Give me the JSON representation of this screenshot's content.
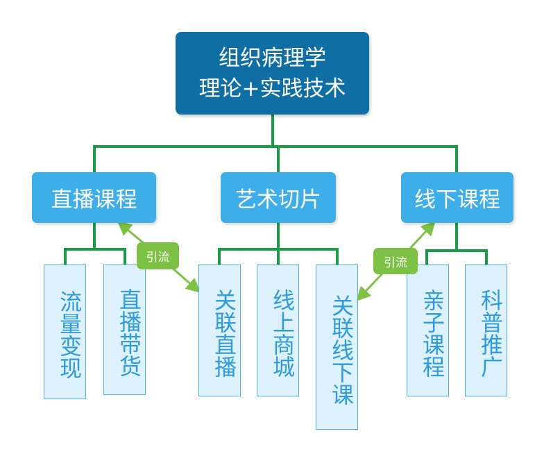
{
  "root": {
    "line1": "组织病理学",
    "line2": "理论+实践技术"
  },
  "categories": [
    {
      "label": "直播课程"
    },
    {
      "label": "艺术切片"
    },
    {
      "label": "线下课程"
    }
  ],
  "leaves": [
    {
      "label": "流量变现"
    },
    {
      "label": "直播带货"
    },
    {
      "label": "关联直播"
    },
    {
      "label": "线上商城"
    },
    {
      "label": "关联线下课"
    },
    {
      "label": "亲子课程"
    },
    {
      "label": "科普推广"
    }
  ],
  "tags": [
    {
      "label": "引流"
    },
    {
      "label": "引流"
    }
  ],
  "colors": {
    "root": "#0f6fa4",
    "category": "#3eaee8",
    "leaf_fill": "#dcf1fb",
    "leaf_border": "#4fb2e3",
    "connector": "#1a9b45",
    "tag": "#7cc143"
  }
}
